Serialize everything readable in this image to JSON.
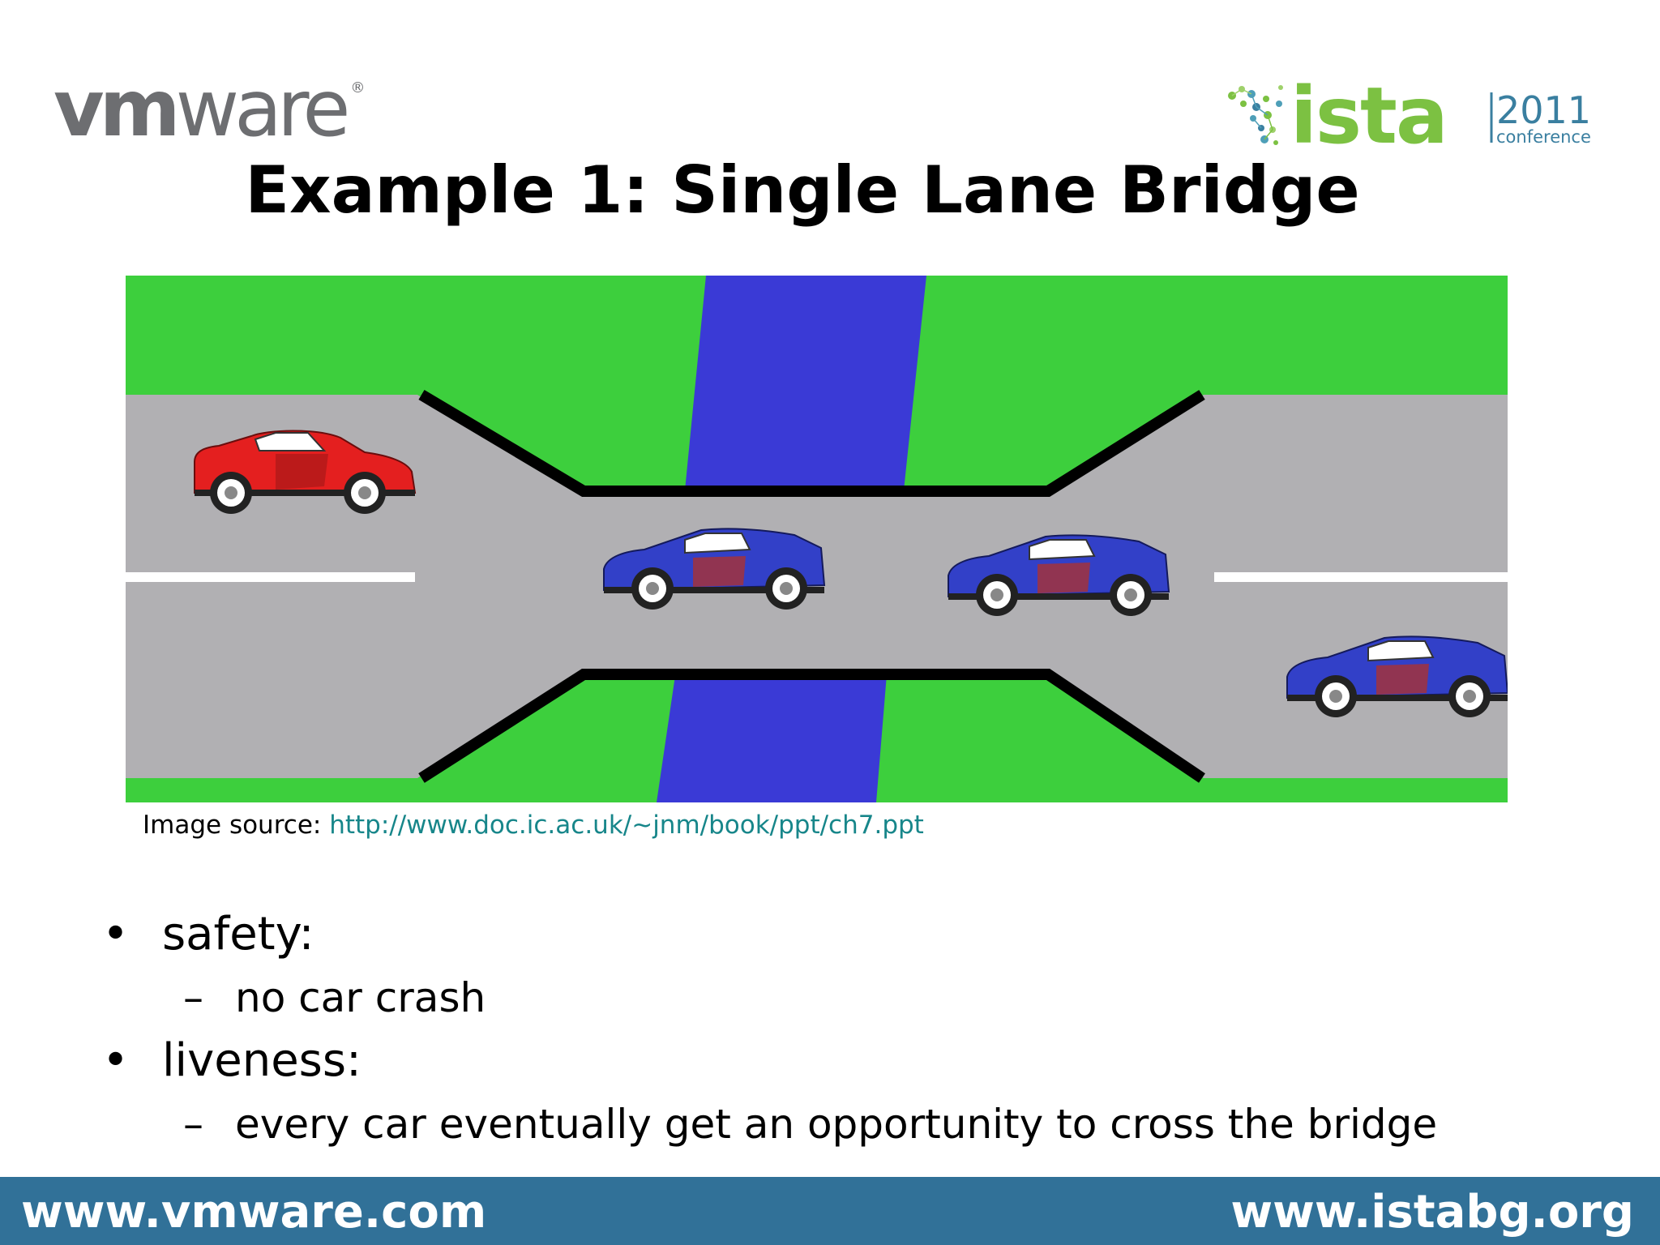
{
  "header": {
    "vmware_logo_vm": "vm",
    "vmware_logo_ware": "ware",
    "vmware_logo_reg": "®",
    "ista_logo_name": "ista",
    "ista_logo_year": "2011",
    "ista_logo_sub": "conference"
  },
  "slide": {
    "title": "Example 1: Single Lane Bridge",
    "image_caption_prefix": "Image source: ",
    "image_caption_link": "http://www.doc.ic.ac.uk/~jnm/book/ppt/ch7.ppt",
    "bullets": [
      {
        "label": "safety:",
        "sub": "no car crash"
      },
      {
        "label": "liveness:",
        "sub": "every car eventually get an opportunity to cross the bridge"
      }
    ],
    "bullet_marker": "•",
    "sub_marker": "–"
  },
  "footer": {
    "left_url": "www.vmware.com",
    "right_url": "www.istabg.org"
  },
  "colors": {
    "grass": "#3dcf3d",
    "river": "#3a3ad6",
    "road": "#b1b0b3",
    "red_car": "#e41f1f",
    "blue_car": "#3240c8",
    "footer_bg": "#317198",
    "link": "#17868a"
  }
}
